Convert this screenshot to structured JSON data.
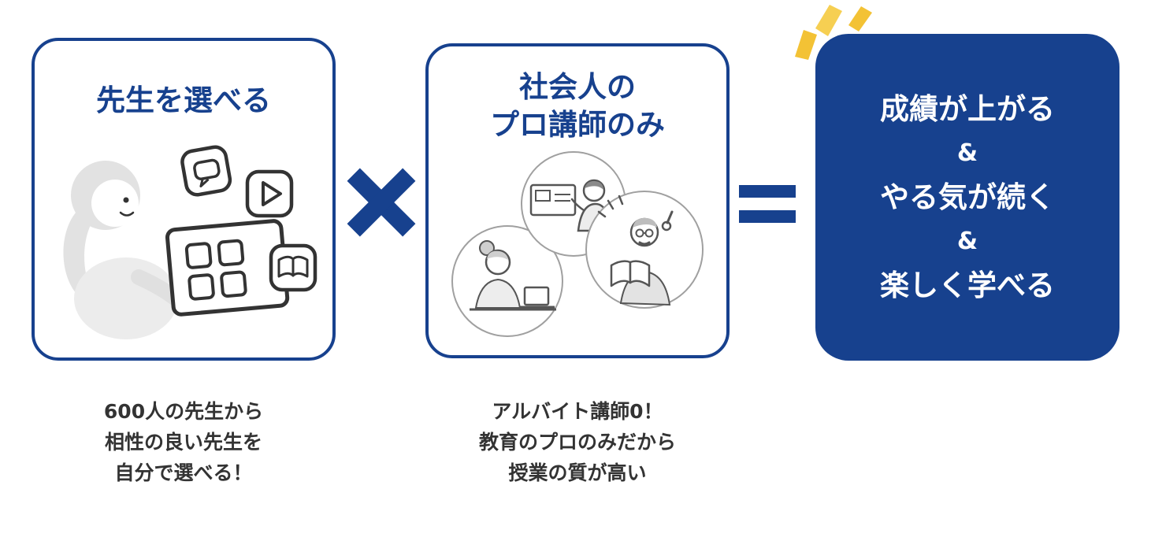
{
  "colors": {
    "primary_blue": "#17418e",
    "accent_yellow": "#f3c235",
    "accent_yellow_light": "#f6cf52",
    "caption_text": "#333333"
  },
  "cards": {
    "left": {
      "title": "先生を選べる",
      "illustration": "student-choosing-teacher-on-tablet",
      "caption": [
        "600人の先生から",
        "相性の良い先生を",
        "自分で選べる！"
      ]
    },
    "middle": {
      "title_lines": [
        "社会人の",
        "プロ講師のみ"
      ],
      "illustration": "three-professional-instructors",
      "caption": [
        "アルバイト講師0！",
        "教育のプロのみだから",
        "授業の質が高い"
      ]
    },
    "right": {
      "lines": [
        "成績が上がる",
        "&",
        "やる気が続く",
        "&",
        "楽しく学べる"
      ]
    }
  },
  "operators": {
    "multiply": "×",
    "equals": "="
  }
}
